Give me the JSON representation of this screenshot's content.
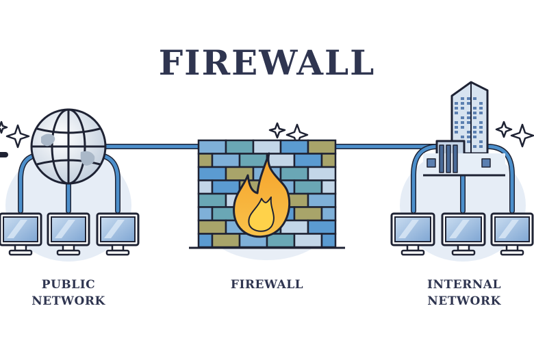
{
  "title": "FIREWALL",
  "sections": {
    "public": {
      "line1": "PUBLIC",
      "line2": "NETWORK"
    },
    "firewall": {
      "line1": "FIREWALL"
    },
    "internal": {
      "line1": "INTERNAL",
      "line2": "NETWORK"
    }
  },
  "colors": {
    "outline": "#1e2233",
    "cable": "#3f86c6",
    "cable_light": "#9cc4e6",
    "glow": "#e3ebf5",
    "brick_blue": "#5b9bd1",
    "brick_teal": "#6aa7b5",
    "brick_olive": "#a8a46a",
    "flame_outer": "#f0a030",
    "flame_inner": "#ffd24a",
    "screen": "#8fb2d9",
    "building": "#c9d8ea"
  },
  "icons": {
    "globe": "globe-icon",
    "building": "office-building-icon",
    "computer": "computer-monitor-icon",
    "flame": "flame-icon",
    "sparkle": "sparkle-icon"
  }
}
